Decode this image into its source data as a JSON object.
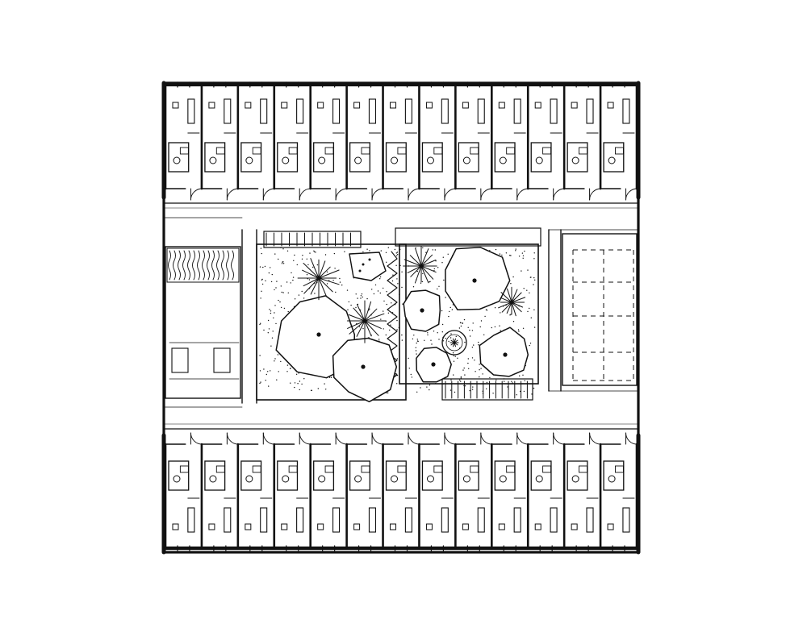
{
  "drawing": {
    "kind": "hand-drawn architectural floor plan",
    "ink_color": "#111111",
    "paper_color": "#ffffff",
    "text_labels": []
  },
  "plan": {
    "north_wing_units": 13,
    "south_wing_units": 13,
    "courtyard_trees": 6,
    "courtyard_palms": 4,
    "has_fountain": true
  }
}
